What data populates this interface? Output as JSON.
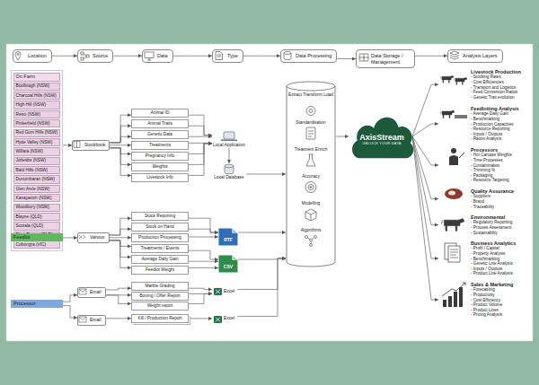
{
  "diagram": {
    "nodes": [
      {
        "text": [
          "Location"
        ]
      },
      {
        "text": [
          "Source"
        ]
      },
      {
        "text": [
          "Data"
        ]
      },
      {
        "text": [
          "Type"
        ]
      },
      {
        "text": [
          "Data Processing"
        ]
      },
      {
        "text": [
          "Data Storage / Management"
        ]
      },
      {
        "text": [
          "Analysis Layers"
        ]
      },
      {
        "text": [
          "On Farm"
        ]
      },
      {
        "text": [
          "Boolbragh (NSW)"
        ],
        "in": 7
      },
      {
        "text": [
          "Charcoal Hills (NSW)"
        ],
        "in": 7
      },
      {
        "text": [
          "High Hill (NSW)"
        ],
        "in": 7
      },
      {
        "text": [
          "Retro (NSW)"
        ],
        "in": 7
      },
      {
        "text": [
          "Pinkerfield (NSW)"
        ],
        "in": 7
      },
      {
        "text": [
          "Red Gum Hills (NSW)"
        ],
        "in": 7
      },
      {
        "text": [
          "Hyde Valley (NSW)"
        ],
        "in": 7
      },
      {
        "text": [
          "Willara (NSW)"
        ],
        "in": 7
      },
      {
        "text": [
          "Jottesbs (NSW)"
        ],
        "in": 7
      },
      {
        "text": [
          "Bald Hills (NSW)"
        ],
        "in": 7
      },
      {
        "text": [
          "Dunumbaran (NSW)"
        ],
        "in": 7
      },
      {
        "text": [
          "Glen Arvie (NSW)"
        ],
        "in": 7
      },
      {
        "text": [
          "Kanayaroin (NSW)"
        ],
        "in": 7
      },
      {
        "text": [
          "Woodbury (NSW)"
        ],
        "in": 7
      },
      {
        "text": [
          "Blayne (QLD)"
        ],
        "in": 7
      },
      {
        "text": [
          "Scorala (QLD)"
        ],
        "in": 7
      },
      {
        "text": [
          "Skye Downs (QLD)"
        ],
        "in": 7
      },
      {
        "text": [
          "Cobongra (VIC)"
        ],
        "in": 7
      },
      {
        "text": [
          "Feedlot"
        ]
      },
      {
        "text": [
          "Processor"
        ]
      },
      {
        "text": [
          "Stockbook"
        ]
      },
      {
        "text": [
          "Various"
        ]
      },
      {
        "text": [
          "Email"
        ]
      },
      {
        "text": [
          "Email"
        ]
      },
      {
        "text": [
          "Animal ID"
        ]
      },
      {
        "text": [
          "Animal Traits"
        ]
      },
      {
        "text": [
          "Genetic Data"
        ]
      },
      {
        "text": [
          "Treatments"
        ]
      },
      {
        "text": [
          "Pregnancy Info"
        ]
      },
      {
        "text": [
          "Weights"
        ]
      },
      {
        "text": [
          "Livestock Info"
        ]
      },
      {
        "text": [
          "Stock Reporting"
        ]
      },
      {
        "text": [
          "Stock on Hand"
        ]
      },
      {
        "text": [
          "Production Processing"
        ]
      },
      {
        "text": [
          "Treatments / Events"
        ]
      },
      {
        "text": [
          "Average Daily Gain"
        ]
      },
      {
        "text": [
          "Feedlot Weight"
        ]
      },
      {
        "text": [
          "Marble Grading"
        ]
      },
      {
        "text": [
          "Boning / Offer Report"
        ]
      },
      {
        "text": [
          "Weight report"
        ]
      },
      {
        "text": [
          "Kill / Production Report"
        ]
      },
      {
        "text": [
          "Local Application"
        ]
      },
      {
        "text": [
          "Local Database"
        ]
      },
      {
        "text": [
          "RTF"
        ]
      },
      {
        "text": [
          "CSV"
        ]
      },
      {
        "text": [
          "Excel"
        ]
      },
      {
        "text": [
          "Excel"
        ]
      },
      {
        "text": [
          "Extract Transform Load",
          "Standardisation",
          "Treatment Enrich",
          "Accuracy",
          "Modelling",
          "Algorithms"
        ]
      },
      {
        "text": [
          "AxisStream",
          "UNLOCK YOUR DATA"
        ]
      },
      {
        "text": [
          "Livestock Production",
          "- Stocking Rates",
          "- Cost Efficiencies",
          "- Transport and Logistics",
          "- Feed Conversion Ratios",
          "- Genetic Trait evolution"
        ]
      },
      {
        "text": [
          "Feedlotting Analysis",
          "- Average Daily Gain",
          "- Benchmarking",
          "- Production Capacities",
          "- Resource Reporting",
          "- Inputs / Outputs",
          "- Ration Analysis"
        ]
      },
      {
        "text": [
          "Processors",
          "- Hot Carcass Weights",
          "- Time Processes",
          "- Contamination",
          "- Trimming %",
          "- Packaging",
          "- Resource Targeting"
        ]
      },
      {
        "text": [
          "Quality Assurance",
          "- Suppliers",
          "- Brand",
          "- Traceability"
        ]
      },
      {
        "text": [
          "Environmental",
          "- Regulatory Reporting",
          "- Process Assessment",
          "- Sustainability"
        ]
      },
      {
        "text": [
          "Business Analytics",
          "- Profit / Capital",
          "- Property Analysis",
          "- Benchmarking",
          "- Genetic Line Analysis",
          "- Inputs / Outputs",
          "- Product Line Analysis"
        ]
      },
      {
        "text": [
          "Sales & Marketing",
          "- Forecasting",
          "- Productivity",
          "- Cost Efficiency",
          "- Product Volume",
          "- Product Lines",
          "- Pricing Analysis"
        ]
      }
    ],
    "edges": [
      {
        "from": 0,
        "to": 1,
        "arrow": "to"
      },
      {
        "from": 1,
        "to": 2,
        "arrow": "to"
      },
      {
        "from": 2,
        "to": 3,
        "arrow": "to"
      },
      {
        "from": 3,
        "to": 4,
        "arrow": "to"
      },
      {
        "from": 4,
        "to": 5,
        "arrow": "to"
      },
      {
        "from": 5,
        "to": 6,
        "arrow": "to"
      },
      {
        "from": 7,
        "to": 28,
        "arrow": "to"
      },
      {
        "from": 26,
        "to": 29,
        "arrow": "to"
      },
      {
        "from": 27,
        "to": 30,
        "arrow": "to"
      },
      {
        "from": 27,
        "to": 31,
        "arrow": "to"
      },
      {
        "from": 28,
        "to": 32,
        "arrow": "to"
      },
      {
        "from": 28,
        "to": 33,
        "arrow": "to"
      },
      {
        "from": 28,
        "to": 34,
        "arrow": "to"
      },
      {
        "from": 28,
        "to": 35,
        "arrow": "to"
      },
      {
        "from": 28,
        "to": 36,
        "arrow": "to"
      },
      {
        "from": 28,
        "to": 37,
        "arrow": "to"
      },
      {
        "from": 28,
        "to": 38,
        "arrow": "to"
      },
      {
        "from": 29,
        "to": 39,
        "arrow": "to"
      },
      {
        "from": 29,
        "to": 40,
        "arrow": "to"
      },
      {
        "from": 29,
        "to": 41,
        "arrow": "to"
      },
      {
        "from": 29,
        "to": 42,
        "arrow": "to"
      },
      {
        "from": 29,
        "to": 43,
        "arrow": "to"
      },
      {
        "from": 29,
        "to": 44,
        "arrow": "to"
      },
      {
        "from": 30,
        "to": 45,
        "arrow": "to"
      },
      {
        "from": 30,
        "to": 46,
        "arrow": "to"
      },
      {
        "from": 30,
        "to": 47,
        "arrow": "to"
      },
      {
        "from": 31,
        "to": 48,
        "arrow": "to"
      },
      {
        "from": 32,
        "to": 49,
        "arrow": "to"
      },
      {
        "from": 33,
        "to": 49,
        "arrow": "to"
      },
      {
        "from": 34,
        "to": 49,
        "arrow": "to"
      },
      {
        "from": 35,
        "to": 49,
        "arrow": "to"
      },
      {
        "from": 36,
        "to": 49,
        "arrow": "to"
      },
      {
        "from": 37,
        "to": 49,
        "arrow": "to"
      },
      {
        "from": 38,
        "to": 49,
        "arrow": "to"
      },
      {
        "from": 49,
        "to": 50,
        "arrow": "to"
      },
      {
        "from": 39,
        "to": 51,
        "arrow": "to"
      },
      {
        "from": 40,
        "to": 51,
        "arrow": "to"
      },
      {
        "from": 41,
        "to": 51,
        "arrow": "to"
      },
      {
        "from": 42,
        "to": 52,
        "arrow": "to"
      },
      {
        "from": 43,
        "to": 52,
        "arrow": "to"
      },
      {
        "from": 44,
        "to": 52,
        "arrow": "to"
      },
      {
        "from": 45,
        "to": 53,
        "arrow": "to"
      },
      {
        "from": 46,
        "to": 53,
        "arrow": "to"
      },
      {
        "from": 47,
        "to": 53,
        "arrow": "to"
      },
      {
        "from": 48,
        "to": 54,
        "arrow": "to"
      },
      {
        "from": 50,
        "to": 55,
        "arrow": "to"
      },
      {
        "from": 51,
        "to": 55,
        "arrow": "to"
      },
      {
        "from": 52,
        "to": 55,
        "arrow": "to"
      },
      {
        "from": 53,
        "to": 55,
        "arrow": "to"
      },
      {
        "from": 54,
        "to": 55,
        "arrow": "to"
      },
      {
        "from": 55,
        "to": 56,
        "arrow": "to"
      },
      {
        "from": 56,
        "to": 57,
        "arrow": "to"
      },
      {
        "from": 56,
        "to": 58,
        "arrow": "to"
      },
      {
        "from": 56,
        "to": 59,
        "arrow": "to"
      },
      {
        "from": 56,
        "to": 60,
        "arrow": "to"
      },
      {
        "from": 56,
        "to": 61,
        "arrow": "to"
      },
      {
        "from": 56,
        "to": 62,
        "arrow": "to"
      },
      {
        "from": 56,
        "to": 63,
        "arrow": "to"
      }
    ]
  }
}
